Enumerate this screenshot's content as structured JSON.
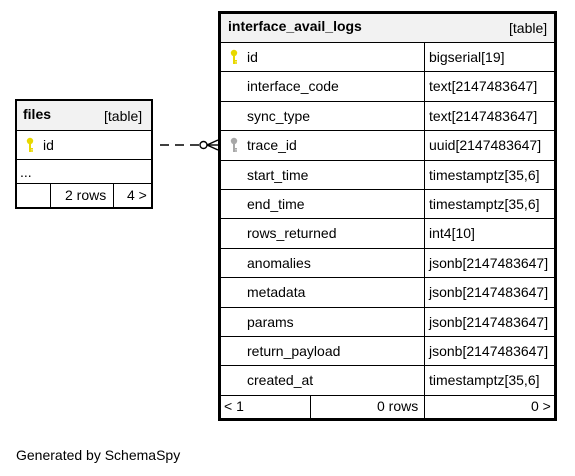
{
  "files_table": {
    "name": "files",
    "badge": "[table]",
    "columns": [
      {
        "name": "id",
        "pk": true
      }
    ],
    "ellipsis": "...",
    "footer": {
      "left": "",
      "middle": "2 rows",
      "right": "4 >"
    }
  },
  "interface_table": {
    "name": "interface_avail_logs",
    "badge": "[table]",
    "columns": [
      {
        "name": "id",
        "type": "bigserial[19]",
        "key": "primary"
      },
      {
        "name": "interface_code",
        "type": "text[2147483647]",
        "key": ""
      },
      {
        "name": "sync_type",
        "type": "text[2147483647]",
        "key": ""
      },
      {
        "name": "trace_id",
        "type": "uuid[2147483647]",
        "key": "foreign"
      },
      {
        "name": "start_time",
        "type": "timestamptz[35,6]",
        "key": ""
      },
      {
        "name": "end_time",
        "type": "timestamptz[35,6]",
        "key": ""
      },
      {
        "name": "rows_returned",
        "type": "int4[10]",
        "key": ""
      },
      {
        "name": "anomalies",
        "type": "jsonb[2147483647]",
        "key": ""
      },
      {
        "name": "metadata",
        "type": "jsonb[2147483647]",
        "key": ""
      },
      {
        "name": "params",
        "type": "jsonb[2147483647]",
        "key": ""
      },
      {
        "name": "return_payload",
        "type": "jsonb[2147483647]",
        "key": ""
      },
      {
        "name": "created_at",
        "type": "timestamptz[35,6]",
        "key": ""
      }
    ],
    "footer": {
      "left": "< 1",
      "middle": "0 rows",
      "right": "0 >"
    }
  },
  "colors": {
    "primary_key": "#e8d800",
    "foreign_key": "#a8a8a8",
    "header_bg": "#f2f2f2"
  },
  "generated_by": "Generated by SchemaSpy"
}
